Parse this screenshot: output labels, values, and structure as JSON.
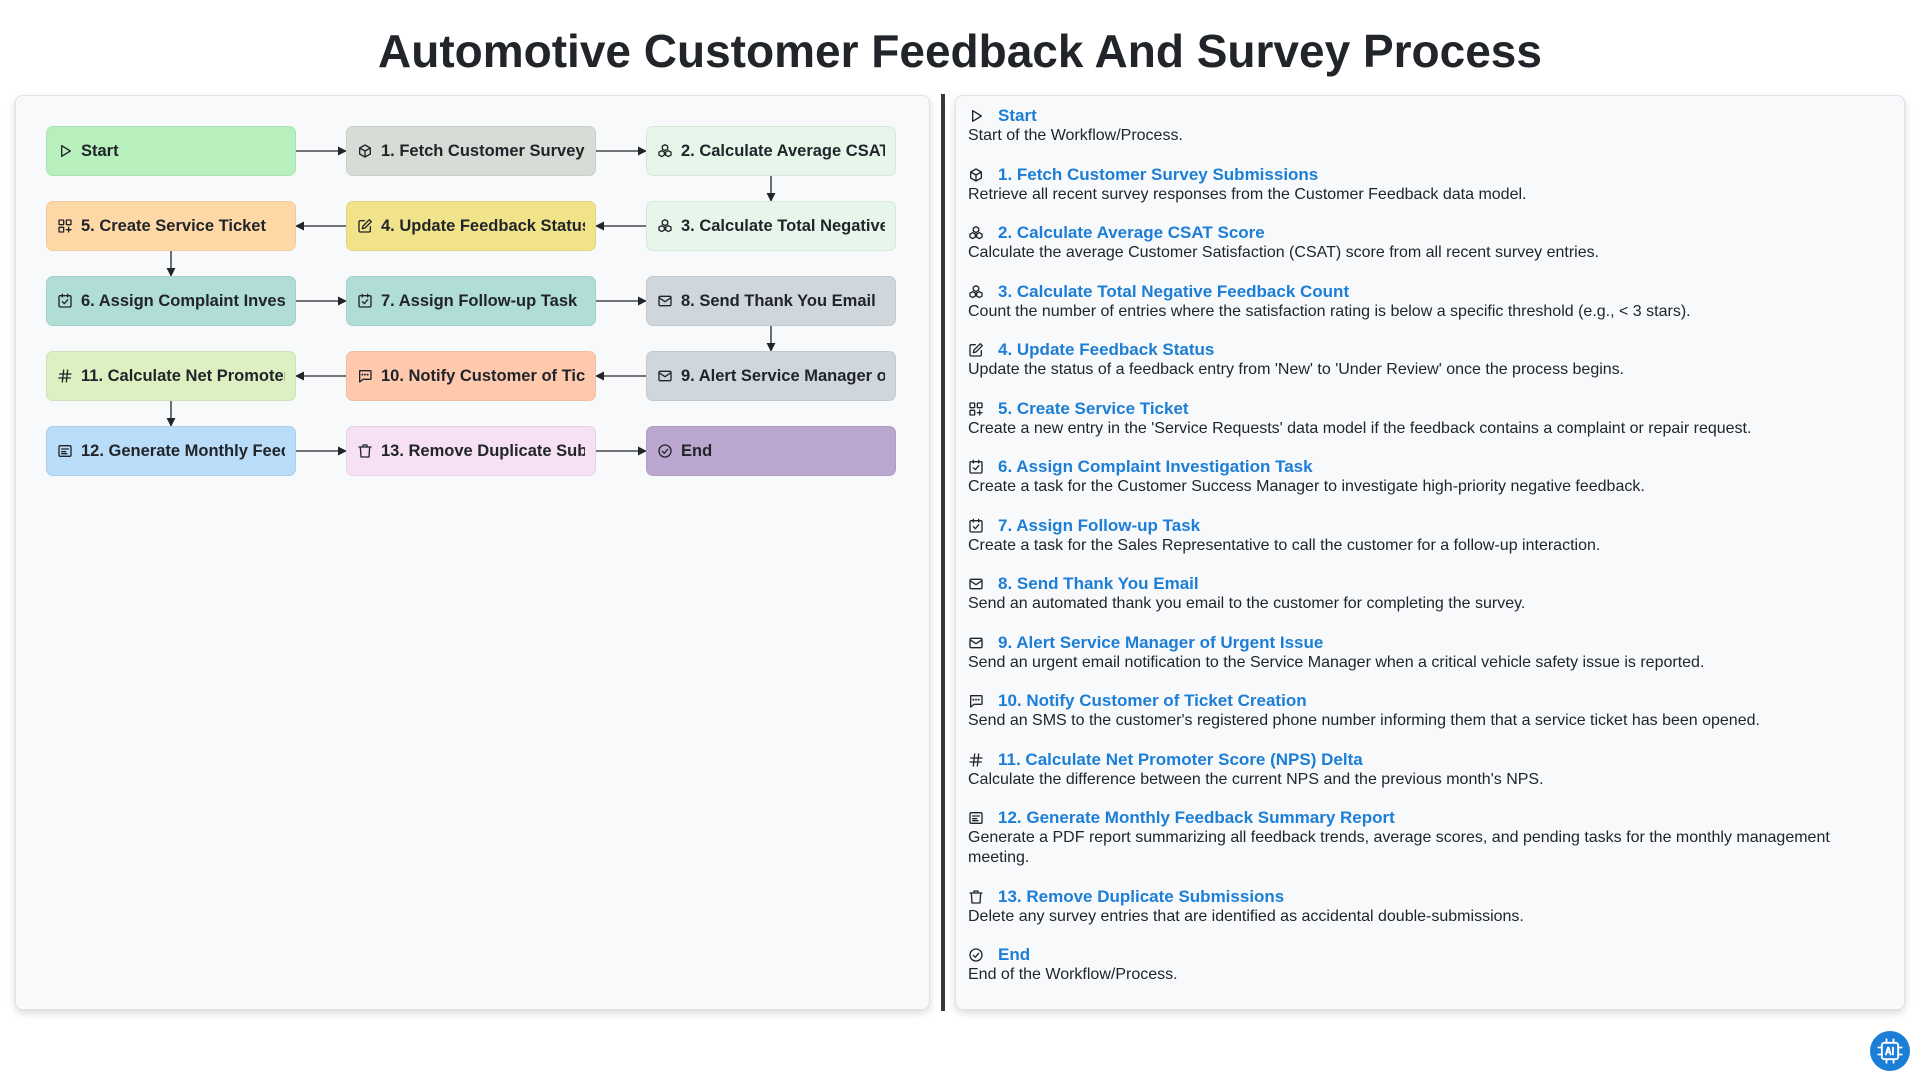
{
  "title": "Automotive Customer Feedback And Survey Process",
  "colors": {
    "accent": "#1c7ed6",
    "node_start": "#b8f0bd",
    "node_gray": "#d8dcd6",
    "node_mint": "#e6f6ea",
    "node_yellow": "#f1e38a",
    "node_orange": "#ffd8a8",
    "node_teal": "#b0ddd6",
    "node_slate": "#cfd6dc",
    "node_salmon": "#ffc9ae",
    "node_lime": "#dcf0c2",
    "node_blue": "#b9dcf8",
    "node_pink": "#f6e0f4",
    "node_end": "#bba6cf"
  },
  "flow": {
    "nodes": [
      {
        "id": "start",
        "label": "Start",
        "icon": "play-icon"
      },
      {
        "id": "n1",
        "label": "1. Fetch Customer Survey Submissions",
        "icon": "cube-icon"
      },
      {
        "id": "n2",
        "label": "2. Calculate Average CSAT Score",
        "icon": "cubes-icon"
      },
      {
        "id": "n3",
        "label": "3. Calculate Total Negative Feedback Count",
        "icon": "cubes-icon"
      },
      {
        "id": "n4",
        "label": "4. Update Feedback Status",
        "icon": "edit-icon"
      },
      {
        "id": "n5",
        "label": "5. Create Service Ticket",
        "icon": "grid-plus-icon"
      },
      {
        "id": "n6",
        "label": "6. Assign Complaint Investigation Task",
        "icon": "checkbox-icon"
      },
      {
        "id": "n7",
        "label": "7. Assign Follow-up Task",
        "icon": "checkbox-icon"
      },
      {
        "id": "n8",
        "label": "8. Send Thank You Email",
        "icon": "mail-icon"
      },
      {
        "id": "n9",
        "label": "9. Alert Service Manager of Urgent Issue",
        "icon": "mail-icon"
      },
      {
        "id": "n10",
        "label": "10. Notify Customer of Ticket Creation",
        "icon": "sms-icon"
      },
      {
        "id": "n11",
        "label": "11. Calculate Net Promoter Score (NPS) Delta",
        "icon": "hash-icon"
      },
      {
        "id": "n12",
        "label": "12. Generate Monthly Feedback Summary Report",
        "icon": "report-icon"
      },
      {
        "id": "n13",
        "label": "13. Remove Duplicate Submissions",
        "icon": "trash-icon"
      },
      {
        "id": "end",
        "label": "End",
        "icon": "check-circle-icon"
      }
    ]
  },
  "steps": [
    {
      "title": "Start",
      "desc": "Start of the Workflow/Process.",
      "icon": "play-icon"
    },
    {
      "title": "1. Fetch Customer Survey Submissions",
      "desc": "Retrieve all recent survey responses from the Customer Feedback data model.",
      "icon": "cube-icon"
    },
    {
      "title": "2. Calculate Average CSAT Score",
      "desc": "Calculate the average Customer Satisfaction (CSAT) score from all recent survey entries.",
      "icon": "cubes-icon"
    },
    {
      "title": "3. Calculate Total Negative Feedback Count",
      "desc": "Count the number of entries where the satisfaction rating is below a specific threshold (e.g., < 3 stars).",
      "icon": "cubes-icon"
    },
    {
      "title": "4. Update Feedback Status",
      "desc": "Update the status of a feedback entry from 'New' to 'Under Review' once the process begins.",
      "icon": "edit-icon"
    },
    {
      "title": "5. Create Service Ticket",
      "desc": "Create a new entry in the 'Service Requests' data model if the feedback contains a complaint or repair request.",
      "icon": "grid-plus-icon"
    },
    {
      "title": "6. Assign Complaint Investigation Task",
      "desc": "Create a task for the Customer Success Manager to investigate high-priority negative feedback.",
      "icon": "checkbox-icon"
    },
    {
      "title": "7. Assign Follow-up Task",
      "desc": "Create a task for the Sales Representative to call the customer for a follow-up interaction.",
      "icon": "checkbox-icon"
    },
    {
      "title": "8. Send Thank You Email",
      "desc": "Send an automated thank you email to the customer for completing the survey.",
      "icon": "mail-icon"
    },
    {
      "title": "9. Alert Service Manager of Urgent Issue",
      "desc": "Send an urgent email notification to the Service Manager when a critical vehicle safety issue is reported.",
      "icon": "mail-icon"
    },
    {
      "title": "10. Notify Customer of Ticket Creation",
      "desc": "Send an SMS to the customer's registered phone number informing them that a service ticket has been opened.",
      "icon": "sms-icon"
    },
    {
      "title": "11. Calculate Net Promoter Score (NPS) Delta",
      "desc": "Calculate the difference between the current NPS and the previous month's NPS.",
      "icon": "hash-icon"
    },
    {
      "title": "12. Generate Monthly Feedback Summary Report",
      "desc": "Generate a PDF report summarizing all feedback trends, average scores, and pending tasks for the monthly management meeting.",
      "icon": "report-icon"
    },
    {
      "title": "13. Remove Duplicate Submissions",
      "desc": "Delete any survey entries that are identified as accidental double-submissions.",
      "icon": "trash-icon"
    },
    {
      "title": "End",
      "desc": "End of the Workflow/Process.",
      "icon": "check-circle-icon"
    }
  ],
  "badge": {
    "icon": "ai-chip-icon"
  }
}
